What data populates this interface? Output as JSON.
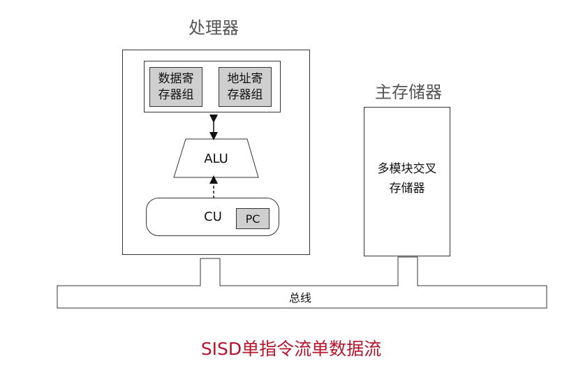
{
  "processor": {
    "title": "处理器",
    "data_reg": {
      "line1": "数据寄",
      "line2": "存器组"
    },
    "addr_reg": {
      "line1": "地址寄",
      "line2": "存器组"
    },
    "alu": "ALU",
    "cu": "CU",
    "pc": "PC"
  },
  "memory": {
    "title": "主存储器",
    "line1": "多模块交叉",
    "line2": "存储器"
  },
  "bus": {
    "label": "总线"
  },
  "caption": {
    "text": "SISD单指令流单数据流"
  },
  "colors": {
    "caption": "#b5152b",
    "box_fill": "#cfcfcf",
    "title": "#555555"
  }
}
